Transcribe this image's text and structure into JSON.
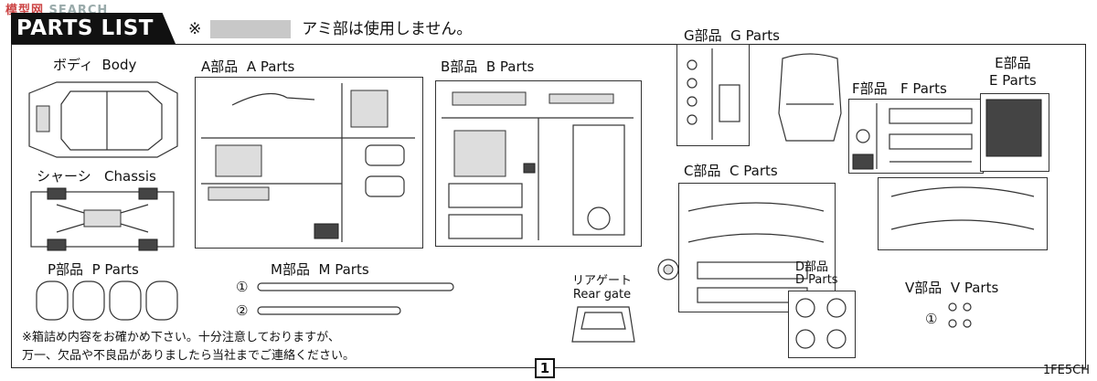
{
  "watermark": {
    "a": "模型网",
    "b": "SEARCH"
  },
  "header": {
    "title": "PARTS LIST"
  },
  "note": {
    "mark": "※",
    "text": "アミ部は使用しません。"
  },
  "groups": {
    "body": {
      "jp": "ボディ",
      "en": "Body"
    },
    "chassis": {
      "jp": "シャーシ",
      "en": "Chassis"
    },
    "p": {
      "jp": "P部品",
      "en": "P Parts"
    },
    "a": {
      "jp": "A部品",
      "en": "A Parts"
    },
    "b": {
      "jp": "B部品",
      "en": "B Parts"
    },
    "m": {
      "jp": "M部品",
      "en": "M Parts"
    },
    "rear": {
      "jp": "リアゲート",
      "en": "Rear gate"
    },
    "g": {
      "jp": "G部品",
      "en": "G Parts"
    },
    "f": {
      "jp": "F部品",
      "en": "F Parts"
    },
    "e": {
      "jp": "E部品",
      "en": "E Parts"
    },
    "c": {
      "jp": "C部品",
      "en": "C Parts"
    },
    "d": {
      "jp": "D部品",
      "en": "D Parts"
    },
    "v": {
      "jp": "V部品",
      "en": "V Parts"
    }
  },
  "m_items": [
    "①",
    "②"
  ],
  "v_item": "①",
  "footer": {
    "line1": "※箱詰め内容をお確かめ下さい。十分注意しておりますが、",
    "line2": "万一、欠品や不良品がありましたら当社までご連絡ください。"
  },
  "page_number": "1",
  "code": "1FE5CH"
}
